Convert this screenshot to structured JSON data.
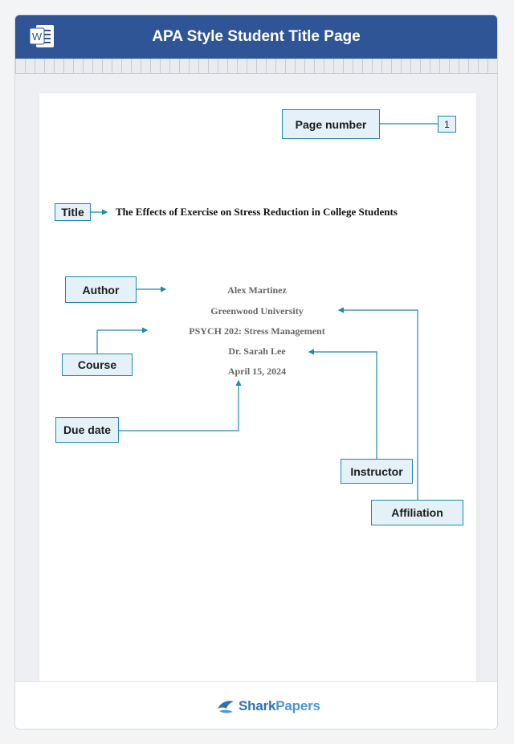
{
  "header": {
    "title": "APA Style Student Title Page",
    "app_icon": "word-icon",
    "app_icon_letter": "W"
  },
  "labels": {
    "page_number": "Page number",
    "title": "Title",
    "author": "Author",
    "course": "Course",
    "due_date": "Due date",
    "instructor": "Instructor",
    "affiliation": "Affiliation"
  },
  "document": {
    "page_number": "1",
    "title": "The Effects of Exercise on Stress Reduction in College Students",
    "author": "Alex Martinez",
    "affiliation": "Greenwood University",
    "course": "PSYCH 202: Stress Management",
    "instructor": "Dr. Sarah Lee",
    "due_date": "April 15, 2024"
  },
  "footer": {
    "brand_bold": "Shark",
    "brand_light": "Papers",
    "logo_icon": "shark-logo-icon"
  },
  "colors": {
    "header": "#2f5597",
    "accent": "#1e8aa5",
    "label_fill": "#e4f1f8"
  }
}
